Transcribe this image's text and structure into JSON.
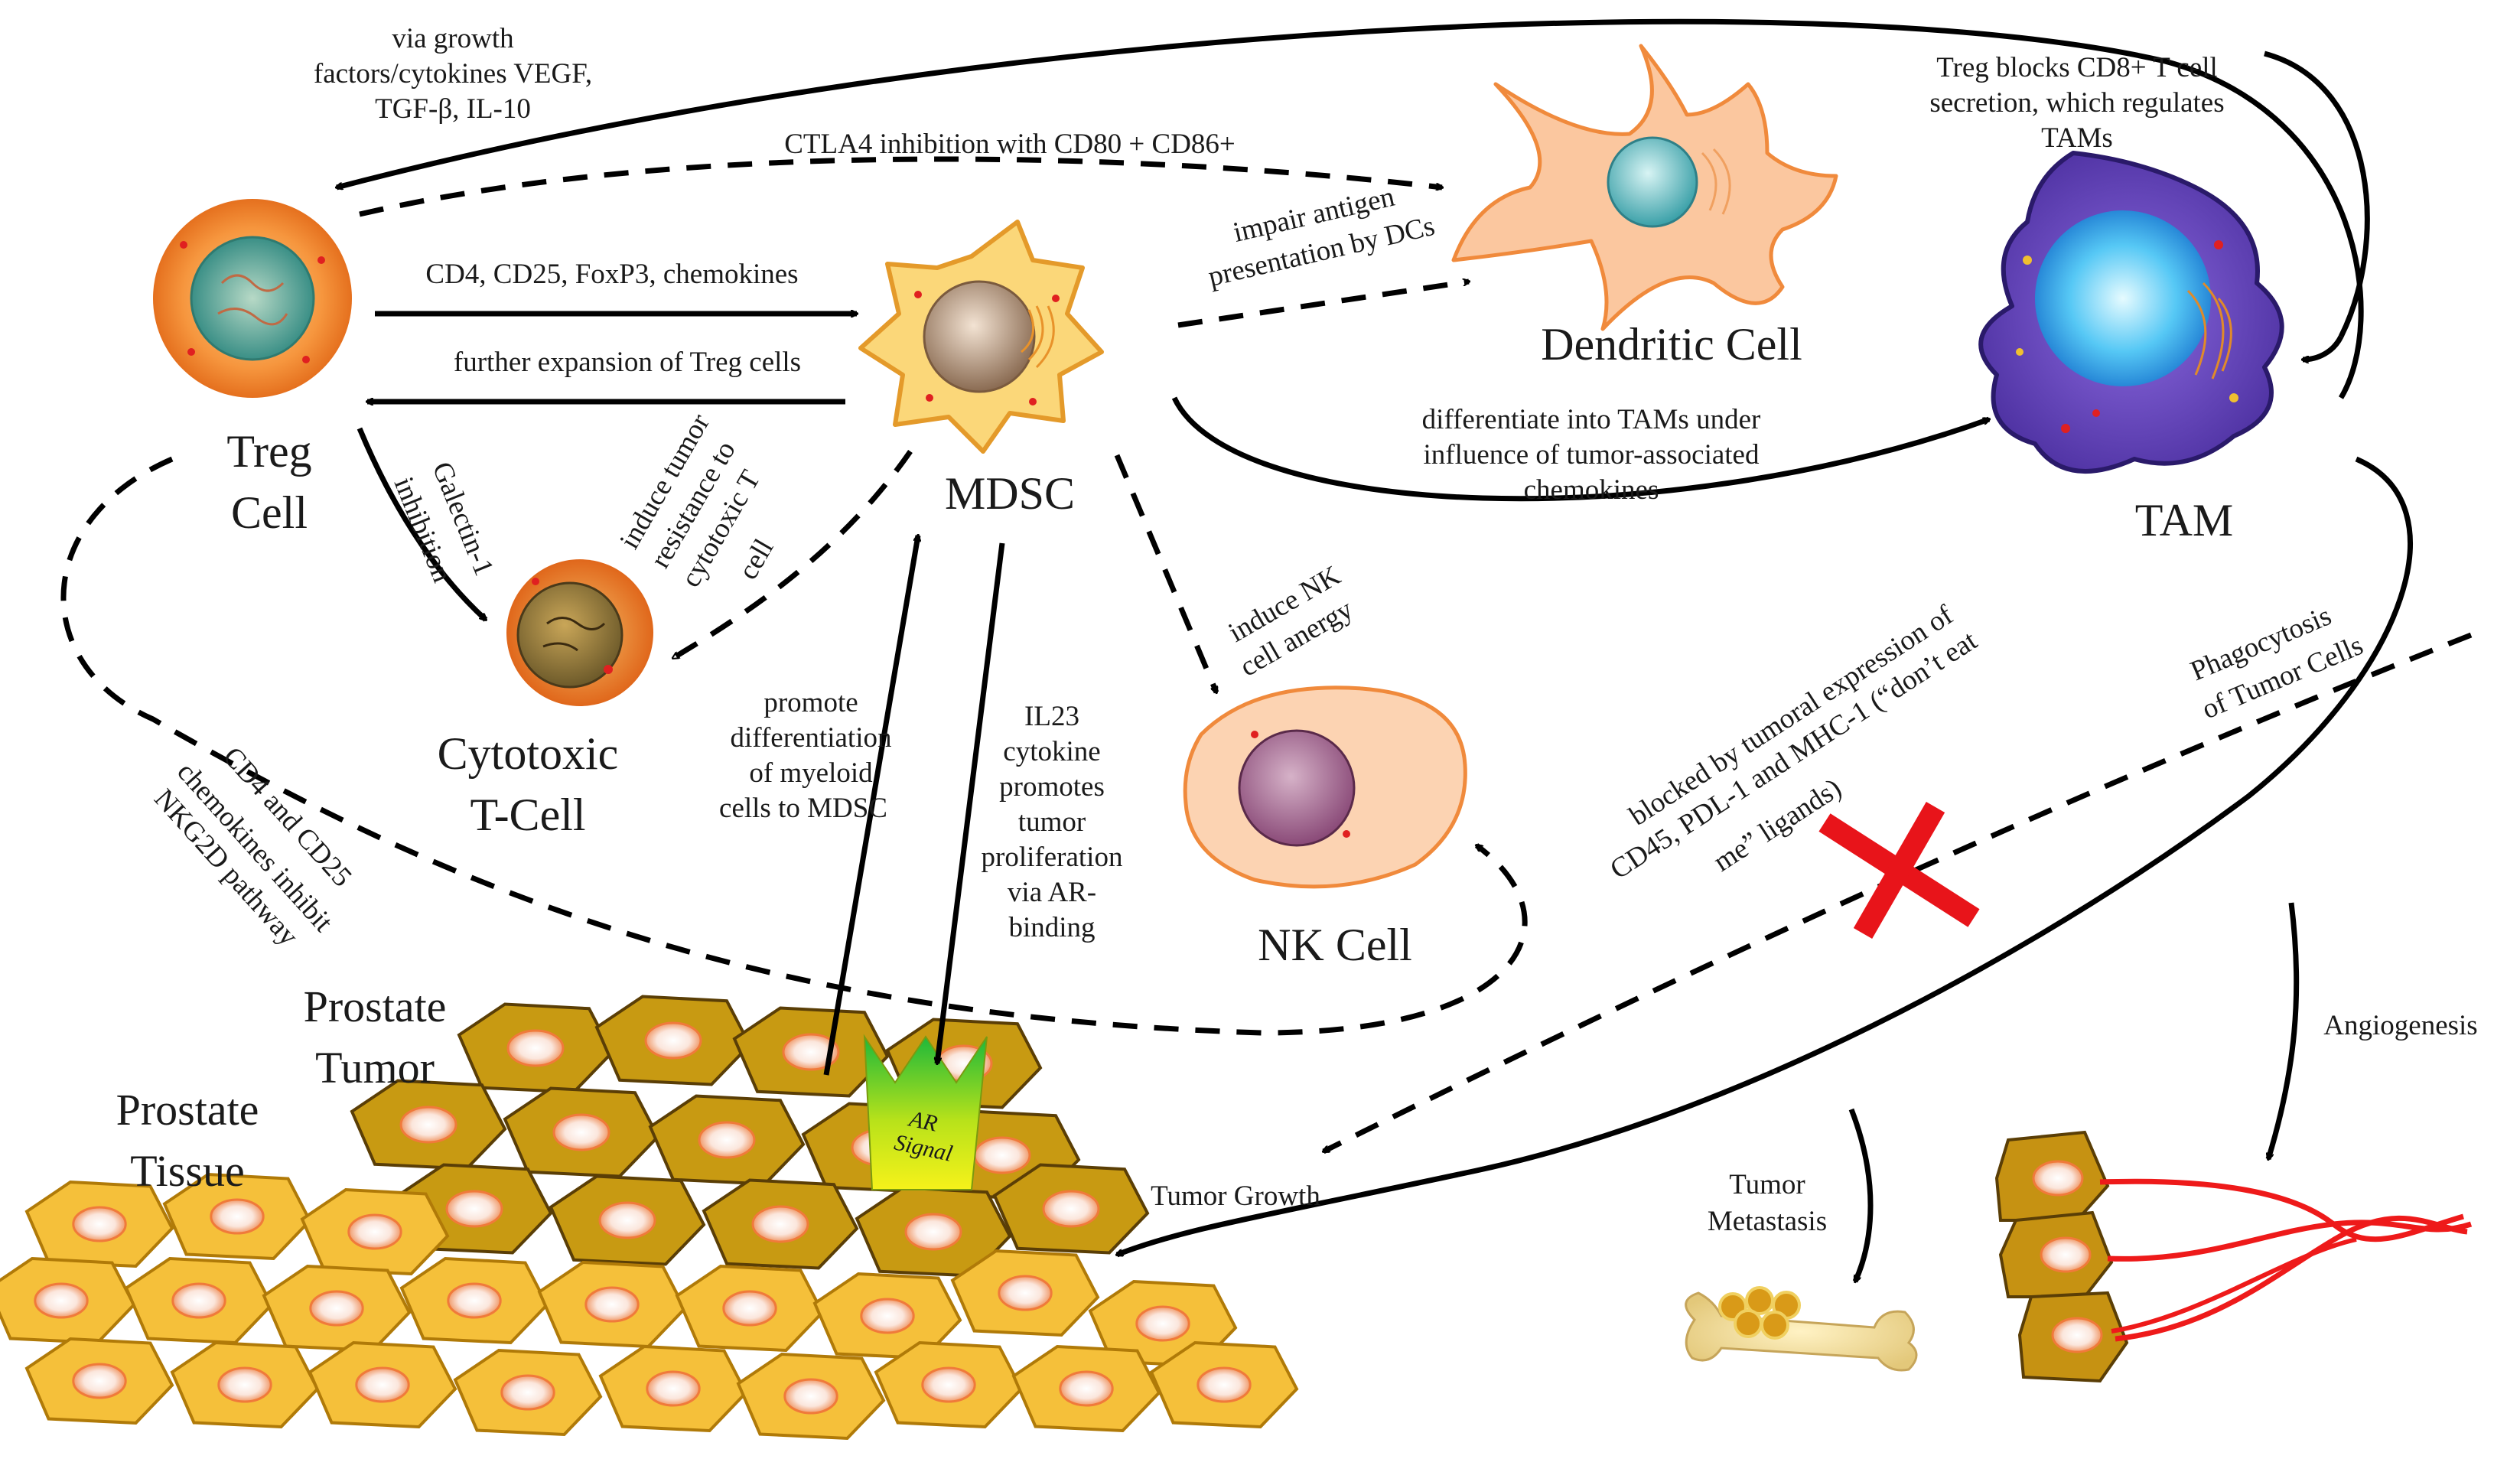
{
  "cells": {
    "treg": [
      "Treg",
      "Cell"
    ],
    "mdsc": "MDSC",
    "dendritic": "Dendritic Cell",
    "tam": "TAM",
    "cytotoxic": [
      "Cytotoxic",
      "T-Cell"
    ],
    "nk": "NK Cell"
  },
  "tissue": {
    "prostate_tumor": [
      "Prostate",
      "Tumor"
    ],
    "prostate_tissue": [
      "Prostate",
      "Tissue"
    ],
    "ar_signal": [
      "AR",
      "Signal"
    ]
  },
  "labels": {
    "growth_factors": [
      "via growth",
      "factors/cytokines VEGF,",
      "TGF-β, IL-10"
    ],
    "ctla4": "CTLA4 inhibition with CD80 + CD86+",
    "treg_blocks": [
      "Treg blocks CD8+ T cell",
      "secretion, which regulates",
      "TAMs"
    ],
    "cd4_fox": "CD4, CD25, FoxP3, chemokines",
    "further_expansion": "further expansion of Treg cells",
    "impair_antigen": [
      "impair antigen",
      "presentation by DCs"
    ],
    "differentiate_tams": [
      "differentiate into TAMs under",
      "influence of tumor-associated",
      "chemokines"
    ],
    "galectin": [
      "Galectin-1",
      "inhibition"
    ],
    "induce_resistance": [
      "induce tumor",
      "resistance to",
      "cytotoxic T",
      "cell"
    ],
    "induce_nk": [
      "induce NK",
      "cell anergy"
    ],
    "phagocytosis": [
      "Phagocytosis",
      "of Tumor Cells"
    ],
    "blocked_by": [
      "blocked by tumoral expression of",
      "CD45, PDL-1 and MHC-1 (“don’t eat",
      "me” ligands)"
    ],
    "promote_diff": [
      "promote",
      "differentiation",
      "of myeloid",
      "cells to MDSC"
    ],
    "il23": [
      "IL23",
      "cytokine",
      "promotes",
      "tumor",
      "proliferation",
      "via AR-",
      "binding"
    ],
    "cd4_cd25_nkg2d": [
      "CD4 and CD25",
      "chemokines inhibit",
      "NKG2D pathway"
    ],
    "angiogenesis": "Angiogenesis",
    "tumor_growth": "Tumor Growth",
    "tumor_metastasis": [
      "Tumor",
      "Metastasis"
    ]
  },
  "colors": {
    "cell_orange": "#f08a3c",
    "nucleus_teal": "#3f9a8f",
    "tumor_gold": "#c89a12",
    "tissue_yellow": "#f5c03a",
    "tam_purple": "#6b4fb8",
    "tam_nucleus": "#36b6f0",
    "ar_green": "#22c53a",
    "block_red": "#e8141a",
    "vessel_red": "#ee1a1a"
  }
}
